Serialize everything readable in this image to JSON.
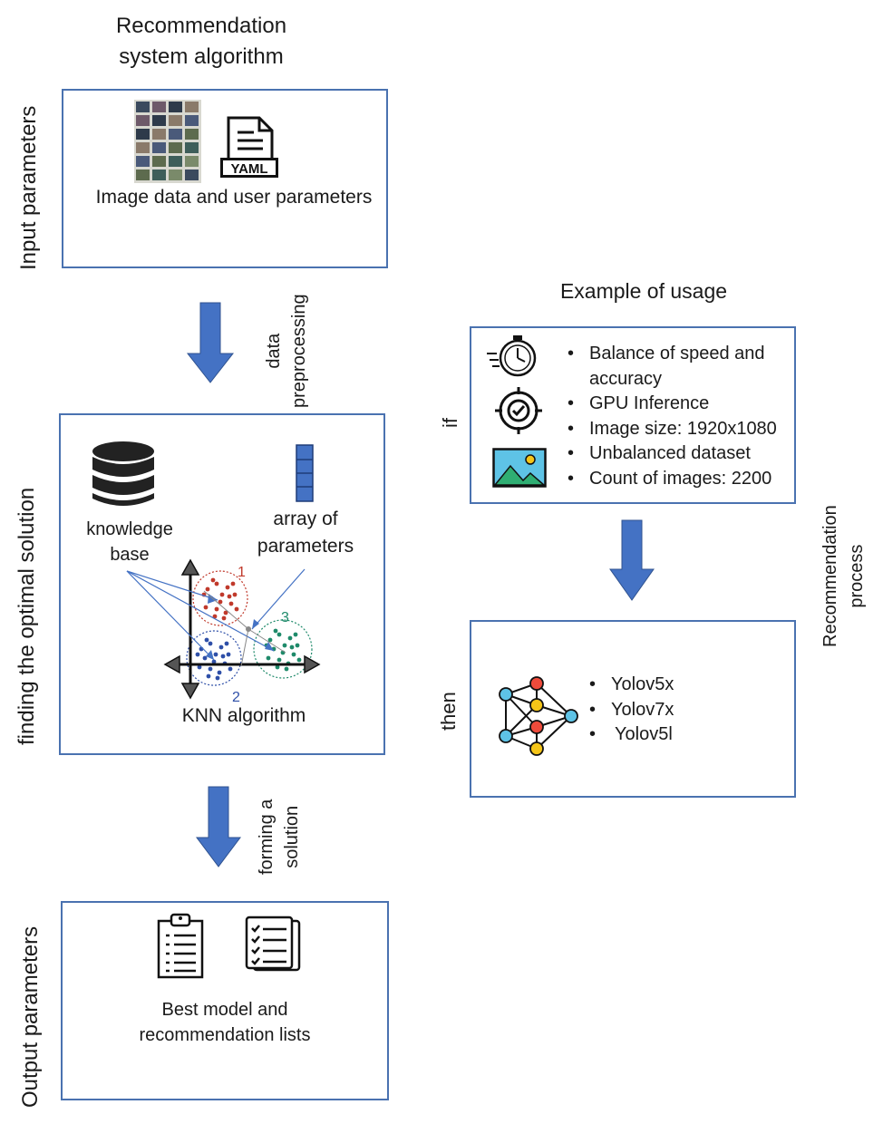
{
  "main_title": {
    "line1": "Recommendation",
    "line2": "system algorithm"
  },
  "side_labels": {
    "input": "Input parameters",
    "finding": "finding the optimal solution",
    "output": "Output parameters"
  },
  "input_box": {
    "caption": "Image data and user parameters",
    "yaml_label": "YAML"
  },
  "arrow_labels": {
    "data_preprocessing": [
      "data",
      "preprocessing"
    ],
    "forming_solution": [
      "forming a",
      "solution"
    ]
  },
  "knn_box": {
    "knowledge_base": [
      "knowledge",
      "base"
    ],
    "array_of_parameters": [
      "array of",
      "parameters"
    ],
    "cluster_labels": [
      "1",
      "2",
      "3"
    ],
    "caption": "KNN algorithm"
  },
  "output_box": {
    "caption": [
      "Best model and",
      "recommendation lists"
    ]
  },
  "example": {
    "title": "Example of usage",
    "if_label": "if",
    "then_label": "then",
    "conditions": [
      "Balance of speed and accuracy",
      "GPU Inference",
      "Image size: 1920x1080",
      "Unbalanced dataset",
      "Count of images: 2200"
    ],
    "results": [
      "Yolov5x",
      "Yolov7x",
      "Yolov5l"
    ],
    "process_label": [
      "Recommendation",
      "process"
    ]
  },
  "colors": {
    "box_border": "#4a72b0",
    "arrow_fill": "#4472c4",
    "cluster_red": "#c0392b",
    "cluster_blue": "#2e4fa8",
    "cluster_green": "#1e8a6a"
  },
  "icons": [
    "image-grid-icon",
    "yaml-file-icon",
    "database-icon",
    "parameter-array-icon",
    "stopwatch-icon",
    "target-icon",
    "picture-icon",
    "neural-network-icon",
    "clipboard-icon",
    "checklist-icon"
  ]
}
